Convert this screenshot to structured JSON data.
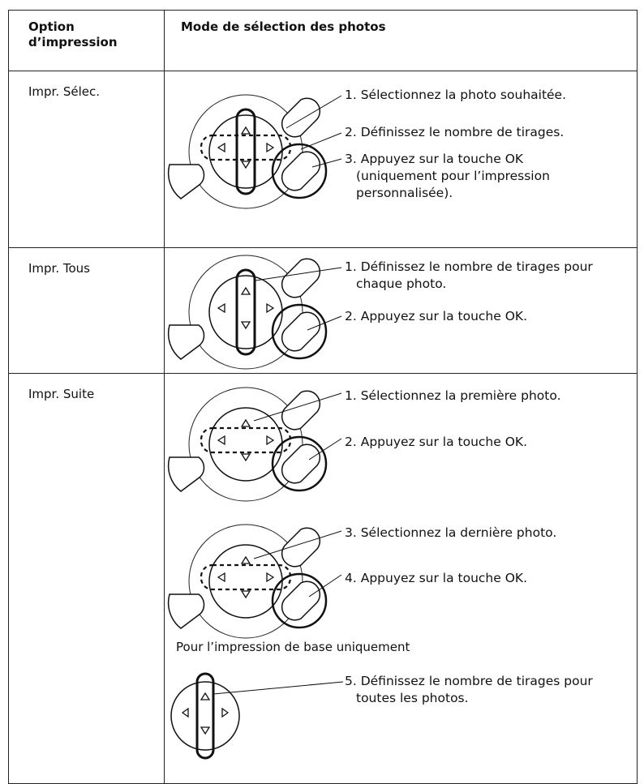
{
  "header": {
    "col1": "Option d’impression",
    "col2": "Mode de sélection des photos"
  },
  "rows": [
    {
      "option": "Impr. Sélec.",
      "steps": [
        "1. Sélectionnez la photo souhaitée.",
        "2. Définissez le nombre de tirages.",
        "3. Appuyez sur la touche OK",
        "(uniquement pour l’impression",
        "personnalisée)."
      ]
    },
    {
      "option": "Impr. Tous",
      "steps": [
        "1. Définissez le nombre de tirages pour",
        "chaque photo.",
        "2. Appuyez sur la touche OK."
      ]
    },
    {
      "option": "Impr. Suite",
      "steps_a": [
        "1. Sélectionnez la première photo.",
        "2. Appuyez sur la touche OK."
      ],
      "steps_b": [
        "3. Sélectionnez la dernière photo.",
        "4. Appuyez sur la touche OK."
      ],
      "basic_note": "Pour l’impression de base uniquement",
      "steps_c": [
        "5. Définissez le nombre de tirages pour",
        "toutes les photos."
      ]
    }
  ]
}
